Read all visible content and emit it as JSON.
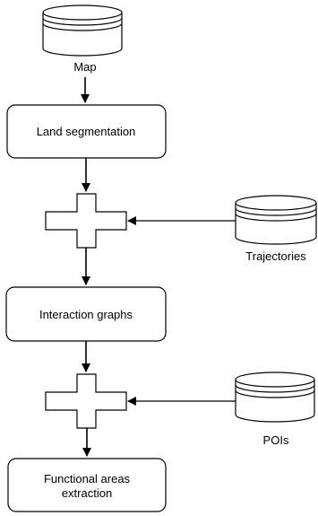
{
  "diagram": {
    "map_label": "Map",
    "land_segmentation_label": "Land segmentation",
    "trajectories_label": "Trajectories",
    "interaction_graphs_label": "Interaction graphs",
    "pois_label": "POIs",
    "functional_areas_line1": "Functional areas",
    "functional_areas_line2": "extraction"
  },
  "colors": {
    "stroke": "#000000",
    "fill": "#ffffff"
  }
}
